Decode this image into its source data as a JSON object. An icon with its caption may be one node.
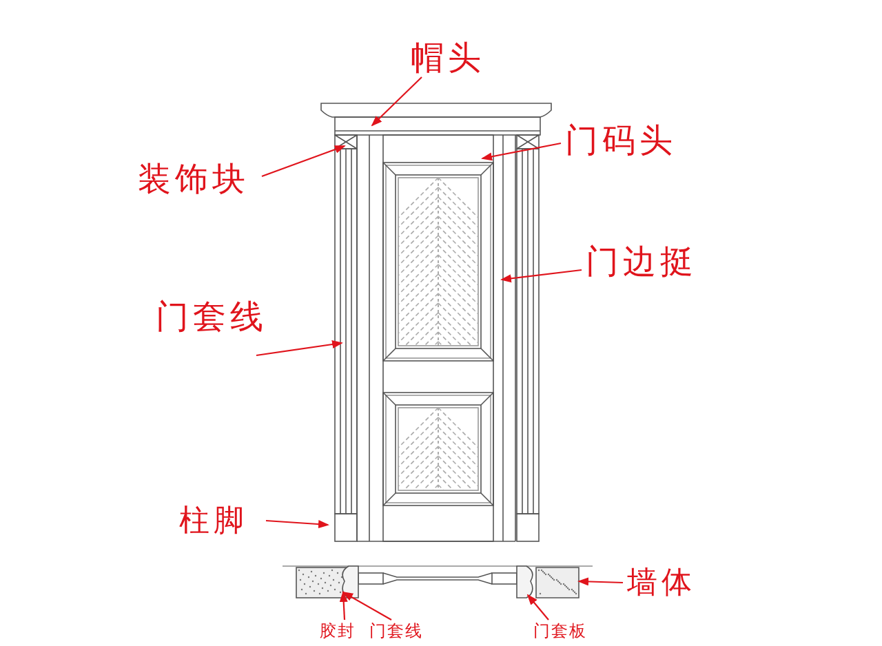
{
  "diagram": {
    "nodes": [
      {
        "text": [
          "帽头"
        ]
      },
      {
        "text": [
          "装饰块"
        ]
      },
      {
        "text": [
          "门码头"
        ]
      },
      {
        "text": [
          "门边挺"
        ]
      },
      {
        "text": [
          "门套线"
        ]
      },
      {
        "text": [
          "柱脚"
        ]
      },
      {
        "text": [
          "墙体"
        ]
      },
      {
        "text": [
          "胶封"
        ]
      },
      {
        "text": [
          "门套线"
        ]
      },
      {
        "text": [
          "门套板"
        ]
      },
      {
        "text": [],
        "shape": "box"
      },
      {
        "text": [],
        "shape": "box"
      },
      {
        "text": [],
        "shape": "box"
      }
    ],
    "edges": [
      {
        "from": 0,
        "to": null,
        "arrow": "to"
      },
      {
        "from": 1,
        "to": null,
        "arrow": "to"
      },
      {
        "from": 2,
        "to": null,
        "arrow": "to"
      },
      {
        "from": 3,
        "to": null,
        "arrow": "to"
      },
      {
        "from": 4,
        "to": null,
        "arrow": "to"
      },
      {
        "from": 5,
        "to": null,
        "arrow": "to"
      },
      {
        "from": 6,
        "to": 12,
        "arrow": "to"
      },
      {
        "from": 7,
        "to": 10,
        "arrow": "to"
      },
      {
        "from": 8,
        "to": 10,
        "arrow": "to"
      },
      {
        "from": 9,
        "to": 11,
        "arrow": "to"
      }
    ]
  }
}
